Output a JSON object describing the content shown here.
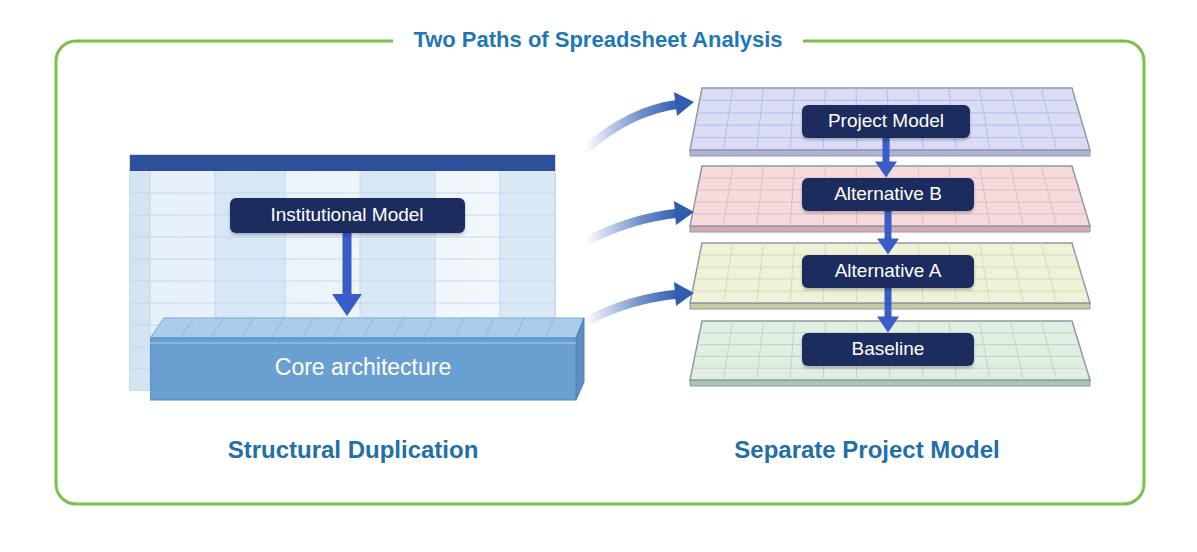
{
  "diagram": {
    "title": "Two Paths of Spreadsheet Analysis",
    "nodes": [
      {
        "text": [
          "Institutional Model"
        ]
      },
      {
        "text": [
          "Core architecture"
        ]
      },
      {
        "text": [
          "Project Model"
        ]
      },
      {
        "text": [
          "Alternative B"
        ]
      },
      {
        "text": [
          "Alternative A"
        ]
      },
      {
        "text": [
          "Baseline"
        ]
      }
    ],
    "edges": [
      {
        "from": 0,
        "to": 1,
        "arrow": "to"
      },
      {
        "from": 2,
        "to": 3,
        "arrow": "to"
      },
      {
        "from": 3,
        "to": 4,
        "arrow": "to"
      },
      {
        "from": 4,
        "to": 5,
        "arrow": "to"
      }
    ],
    "labels": [
      "Structural Duplication",
      "Separate Project Model"
    ]
  }
}
